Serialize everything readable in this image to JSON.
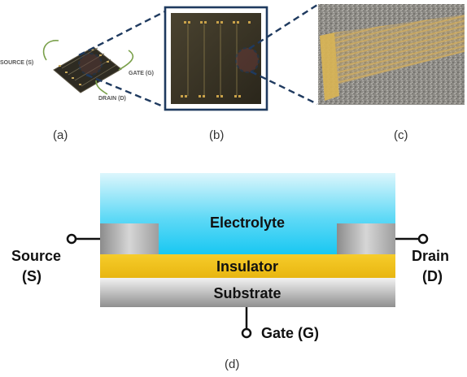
{
  "panels": {
    "a": {
      "caption": "(a)",
      "labels": {
        "source": "SOURCE (S)",
        "gate": "GATE (G)",
        "drain": "DRAIN (D)"
      }
    },
    "b": {
      "caption": "(b)"
    },
    "c": {
      "caption": "(c)"
    },
    "d": {
      "caption": "(d)",
      "layers": {
        "electrolyte": "Electrolyte",
        "insulator": "Insulator",
        "substrate": "Substrate"
      },
      "terminals": {
        "source_name": "Source",
        "source_abbr": "(S)",
        "drain_name": "Drain",
        "drain_abbr": "(D)",
        "gate": "Gate (G)"
      }
    }
  },
  "colors": {
    "electrolyte_top": "#d9f5fc",
    "electrolyte_bottom": "#18c9f3",
    "insulator": "#f2c21b",
    "substrate_light": "#ececec",
    "substrate_dark": "#9a9a9a",
    "electrode": "#b9b9b9",
    "chip": "#3a3628",
    "zoom_frame": "#1f3a5f",
    "micro_gold": "#c9a24a"
  }
}
